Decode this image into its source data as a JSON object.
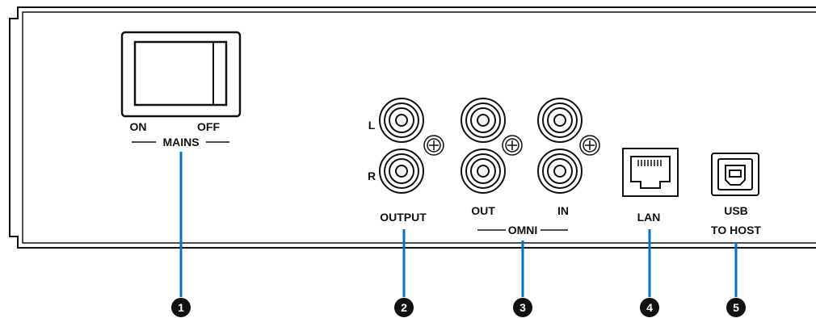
{
  "labels": {
    "on": "ON",
    "off": "OFF",
    "mains": "MAINS",
    "left": "L",
    "right": "R",
    "output": "OUTPUT",
    "omni_out": "OUT",
    "omni_in": "IN",
    "omni": "OMNI",
    "lan": "LAN",
    "usb_line1": "USB",
    "usb_line2": "TO HOST"
  },
  "callouts": [
    "1",
    "2",
    "3",
    "4",
    "5"
  ],
  "colors": {
    "leader_line": "#0070c0",
    "outline": "#111111",
    "jack_fill": "#f2f2f2",
    "callout_fill": "#111111"
  }
}
